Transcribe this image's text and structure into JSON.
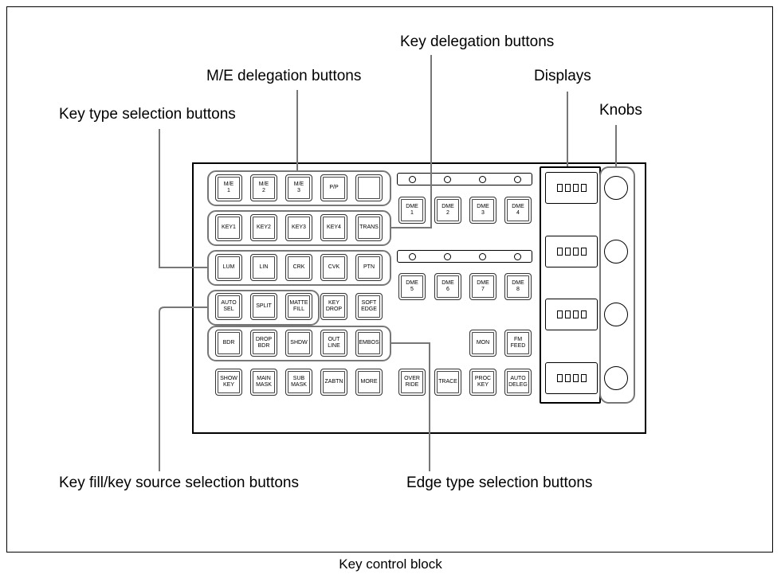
{
  "callouts": {
    "key_delegation": "Key delegation buttons",
    "me_delegation": "M/E delegation buttons",
    "displays": "Displays",
    "key_type": "Key type selection buttons",
    "knobs": "Knobs",
    "key_fill": "Key fill/key source selection buttons",
    "edge_type": "Edge type selection buttons"
  },
  "caption": "Key control block",
  "rows": {
    "me": [
      "M/E\n1",
      "M/E\n2",
      "M/E\n3",
      "P/P",
      ""
    ],
    "key": [
      "KEY1",
      "KEY2",
      "KEY3",
      "KEY4",
      "TRANS"
    ],
    "type": [
      "LUM",
      "LIN",
      "CRK",
      "CVK",
      "PTN"
    ],
    "fill": [
      "AUTO\nSEL",
      "SPLIT",
      "MATTE\nFILL",
      "KEY\nDROP",
      "SOFT\nEDGE"
    ],
    "edge": [
      "BDR",
      "DROP\nBDR",
      "SHDW",
      "OUT\nLINE",
      "EMBOS"
    ],
    "misc": [
      "SHOW\nKEY",
      "MAIN\nMASK",
      "SUB\nMASK",
      "ZABTN",
      "MORE"
    ]
  },
  "dme": {
    "top": [
      "DME\n1",
      "DME\n2",
      "DME\n3",
      "DME\n4"
    ],
    "bottom": [
      "DME\n5",
      "DME\n6",
      "DME\n7",
      "DME\n8"
    ]
  },
  "right_buttons": {
    "mon": "MON",
    "fm_feed": "FM\nFEED",
    "bottom": [
      "OVER\nRIDE",
      "TRACE",
      "PROC\nKEY",
      "AUTO\nDELEG"
    ]
  }
}
